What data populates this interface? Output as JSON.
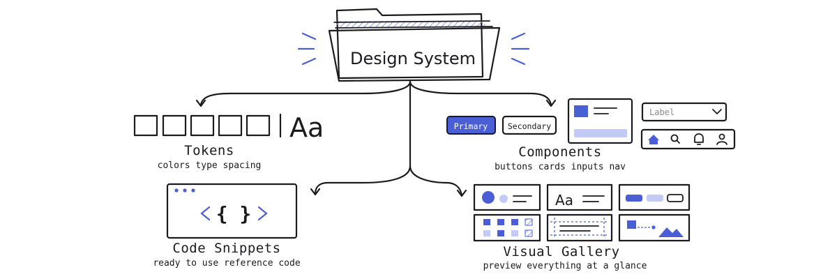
{
  "root": {
    "label": "Design System"
  },
  "tokens": {
    "title": "Tokens",
    "subtitle": "colors type spacing",
    "type_sample": "Aa"
  },
  "components": {
    "title": "Components",
    "subtitle": "buttons cards inputs nav",
    "primary_label": "Primary",
    "secondary_label": "Secondary",
    "select_placeholder": "Label"
  },
  "snippets": {
    "title": "Code Snippets",
    "subtitle": "ready to use reference code",
    "code_glyph": "< { } >"
  },
  "gallery": {
    "title": "Visual Gallery",
    "subtitle": "preview everything at a glance",
    "type_sample": "Aa"
  },
  "colors": {
    "accent": "#4a5fd6",
    "accent_light": "#c3caf6",
    "accent_mid": "#8f9ef0",
    "ink": "#1b1b1f"
  }
}
